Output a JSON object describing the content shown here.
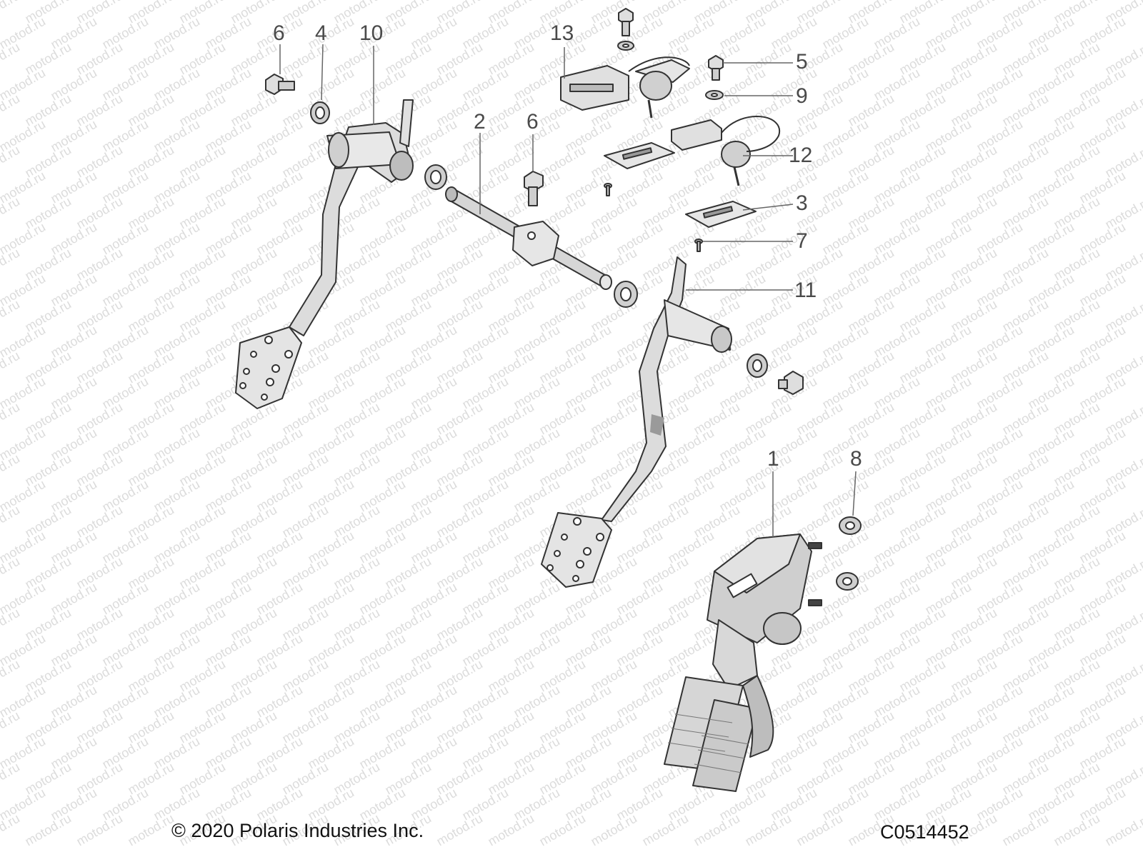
{
  "watermark": {
    "text": "motod.ru"
  },
  "callouts": [
    {
      "id": "c6a",
      "label": "6"
    },
    {
      "id": "c4",
      "label": "4"
    },
    {
      "id": "c10",
      "label": "10"
    },
    {
      "id": "c13",
      "label": "13"
    },
    {
      "id": "c5",
      "label": "5"
    },
    {
      "id": "c9",
      "label": "9"
    },
    {
      "id": "c2",
      "label": "2"
    },
    {
      "id": "c6b",
      "label": "6"
    },
    {
      "id": "c12",
      "label": "12"
    },
    {
      "id": "c3",
      "label": "3"
    },
    {
      "id": "c7",
      "label": "7"
    },
    {
      "id": "c11",
      "label": "11"
    },
    {
      "id": "c1",
      "label": "1"
    },
    {
      "id": "c8",
      "label": "8"
    }
  ],
  "footer": {
    "copyright": "© 2020 Polaris Industries Inc.",
    "drawing_code": "C0514452"
  },
  "colors": {
    "line": "#333333",
    "part_fill": "#d9d9d9",
    "part_light": "#ececec",
    "part_dark": "#a8a8a8",
    "watermark": "#dcdcdc"
  }
}
